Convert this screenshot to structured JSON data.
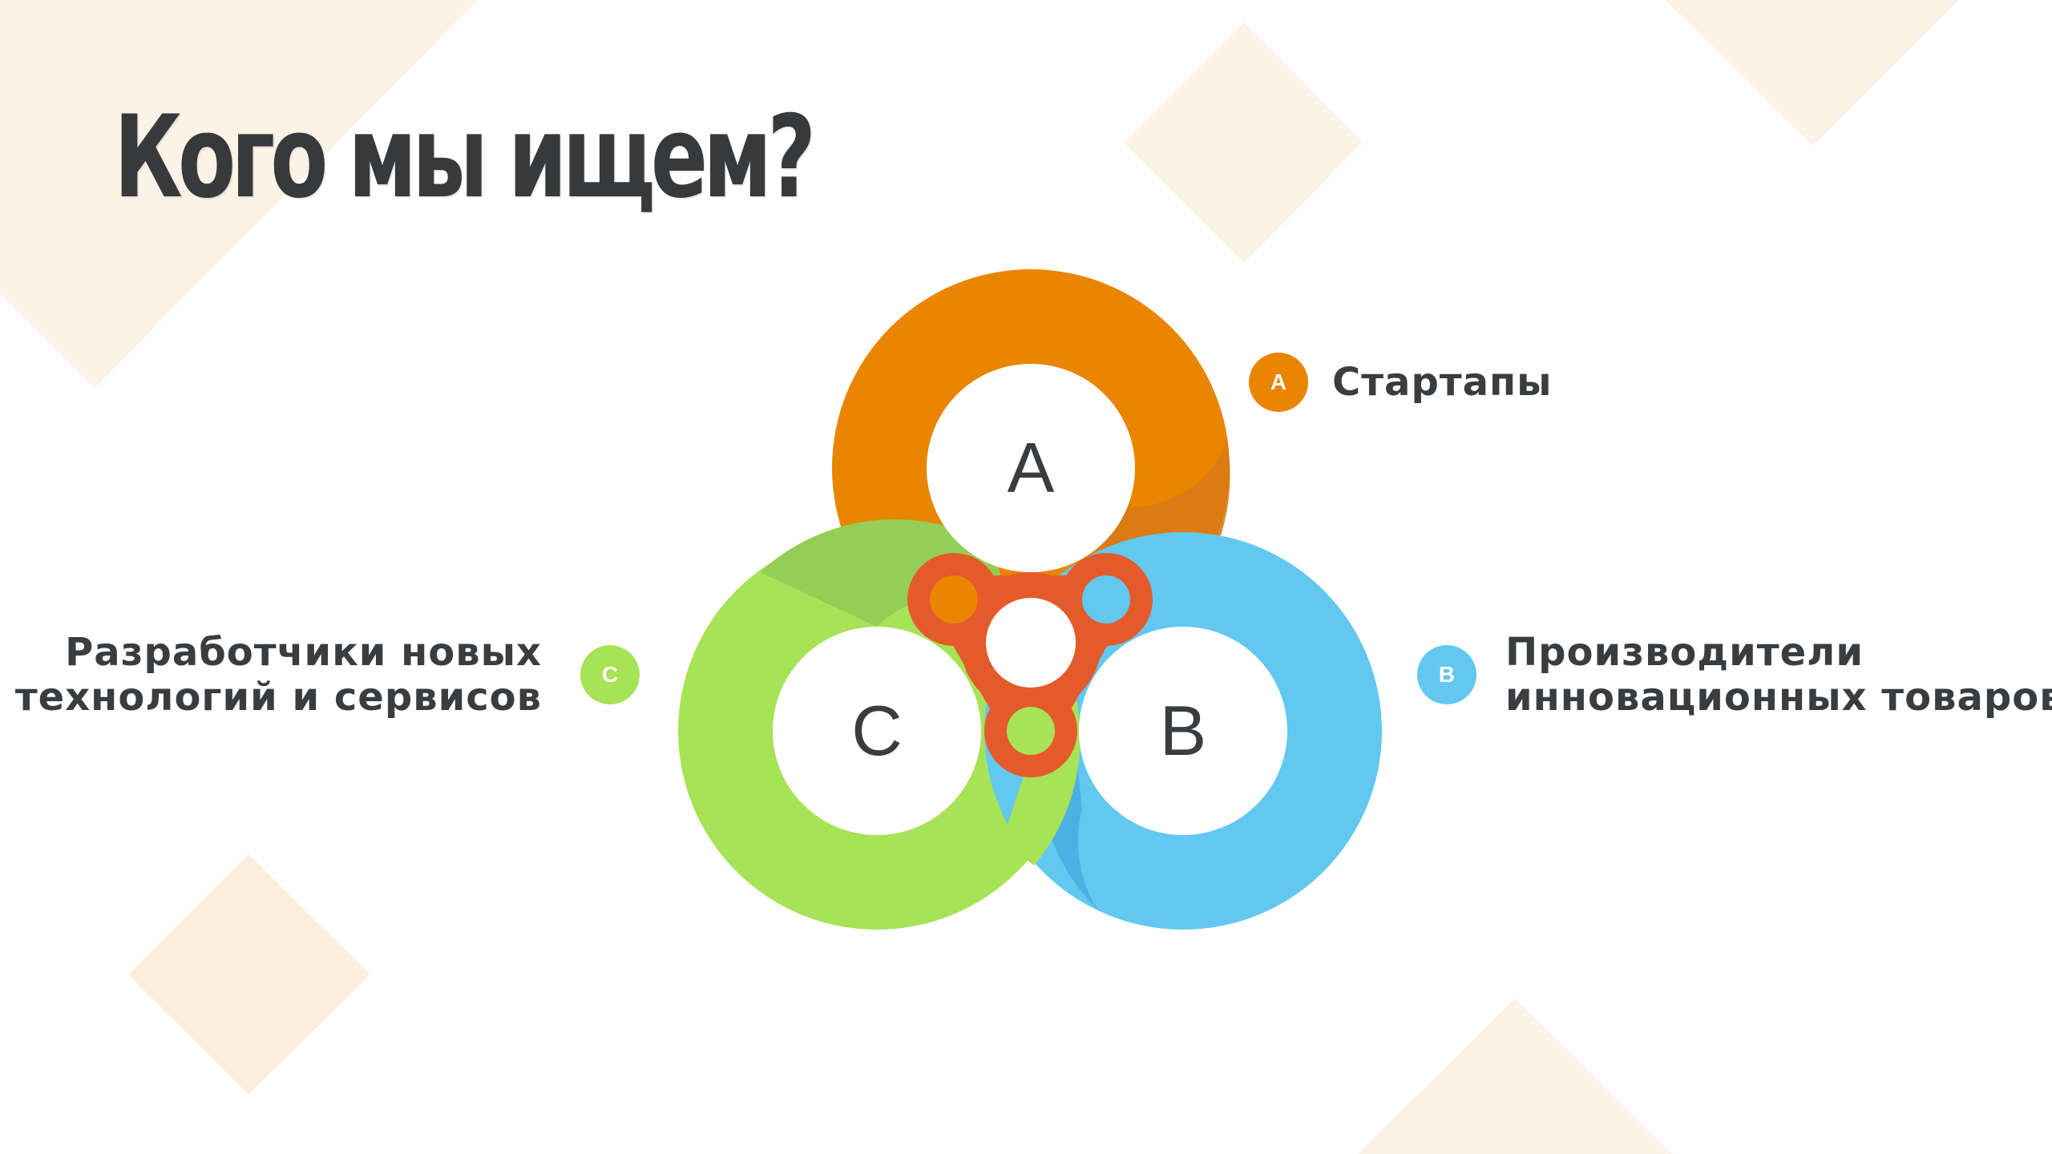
{
  "title": "Кого мы ищем?",
  "colors": {
    "a": "#ea8500",
    "b": "#62c8f0",
    "c": "#a7e356",
    "hub": "#e55a2b",
    "background_shape": "#fbf3e6",
    "text": "#3a3d40"
  },
  "diagram": {
    "circles": [
      {
        "id": "a",
        "letter": "A"
      },
      {
        "id": "b",
        "letter": "B"
      },
      {
        "id": "c",
        "letter": "C"
      }
    ]
  },
  "legend": {
    "a": {
      "badge": "A",
      "lines": [
        "Стартапы"
      ]
    },
    "b": {
      "badge": "B",
      "lines": [
        "Производители",
        "инновационных товаров"
      ]
    },
    "c": {
      "badge": "C",
      "lines": [
        "Разработчики новых",
        "технологий и сервисов"
      ]
    }
  }
}
